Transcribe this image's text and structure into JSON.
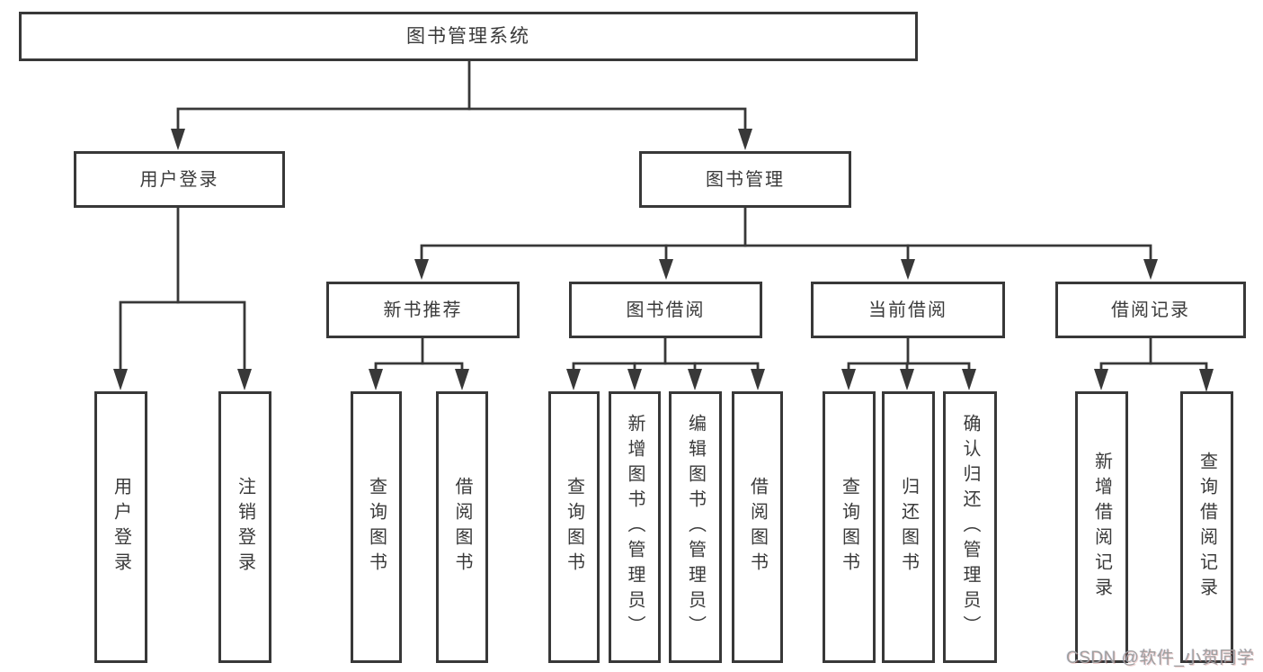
{
  "diagram": {
    "root": {
      "label": "图书管理系统"
    },
    "level2": {
      "user_login": {
        "label": "用户登录"
      },
      "book_mgmt": {
        "label": "图书管理"
      }
    },
    "level3": {
      "new_book_rec": {
        "label": "新书推荐"
      },
      "book_borrow": {
        "label": "图书借阅"
      },
      "current_borrow": {
        "label": "当前借阅"
      },
      "borrow_record": {
        "label": "借阅记录"
      }
    },
    "leaves": {
      "user_login": {
        "label": "用户登录"
      },
      "logout": {
        "label": "注销登录"
      },
      "query_book_rec": {
        "label": "查询图书"
      },
      "borrow_book_rec": {
        "label": "借阅图书"
      },
      "query_book_borrow": {
        "label": "查询图书"
      },
      "add_book_admin": {
        "label": "新增图书（管理员）"
      },
      "edit_book_admin": {
        "label": "编辑图书（管理员）"
      },
      "borrow_book_borrow": {
        "label": "借阅图书"
      },
      "query_book_current": {
        "label": "查询图书"
      },
      "return_book": {
        "label": "归还图书"
      },
      "confirm_return_admin": {
        "label": "确认归还（管理员）"
      },
      "add_borrow_record": {
        "label": "新增借阅记录"
      },
      "query_borrow_record": {
        "label": "查询借阅记录"
      }
    }
  },
  "watermark": {
    "text": "CSDN @软件_小贺同学"
  },
  "colors": {
    "line": "#383838",
    "text": "#3a3a3a",
    "background": "#ffffff",
    "watermark": "#9e9e9e"
  }
}
